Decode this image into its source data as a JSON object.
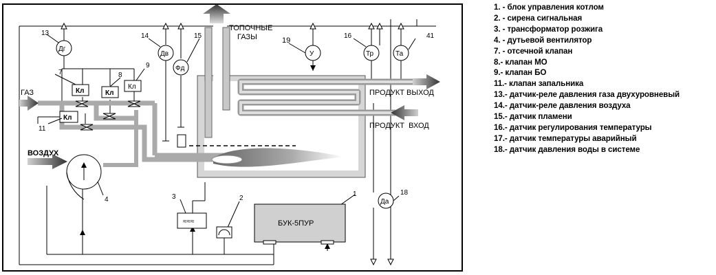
{
  "diagram": {
    "labels": {
      "flue_gases": "ТОПОЧНЫЕ\nГАЗЫ",
      "gas_in": "ГАЗ",
      "air_in": "ВОЗДУХ",
      "product_out": "ПРОДУКТ ВЫХОД",
      "product_in": "ПРОДУКТ  ВХОД",
      "controller": "БУК-5ПУР"
    },
    "sensors": [
      {
        "number": "13",
        "symbol": "Дг"
      },
      {
        "number": "14",
        "symbol": "Дв"
      },
      {
        "number": "15",
        "symbol": "Фд"
      },
      {
        "number": "19",
        "symbol": "У"
      },
      {
        "number": "16",
        "symbol": "Тр"
      },
      {
        "number": "41",
        "symbol": "Та"
      },
      {
        "number": "18",
        "symbol": "Да"
      }
    ],
    "valves": [
      {
        "number": "7",
        "symbol": "Кл"
      },
      {
        "number": "8",
        "symbol": "Кл"
      },
      {
        "number": "9",
        "symbol": "Кл"
      },
      {
        "number": "11",
        "symbol": "Кл"
      }
    ],
    "components": [
      {
        "number": "1"
      },
      {
        "number": "2"
      },
      {
        "number": "3"
      },
      {
        "number": "4"
      }
    ]
  },
  "legend": [
    "1. - блок управления котлом",
    "2. - сирена сигнальная",
    "3. - трансформатор розжига",
    "4. - дутьевой вентилятор",
    "7. - отсечной клапан",
    "8.- клапан МО",
    "9.- клапан БО",
    "11.- клапан запальника",
    "13.- датчик-реле давления газа двухуровневый",
    "14.- датчик-реле давления воздуха",
    "15.- датчик пламени",
    "16.- датчик регулирования температуры",
    "17.- датчик температуры аварийный",
    "18.- датчик давления воды в системе"
  ]
}
